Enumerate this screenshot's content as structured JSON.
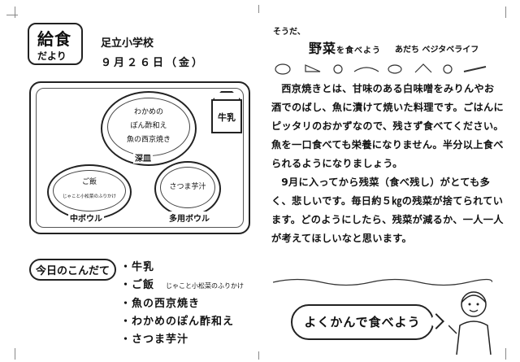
{
  "header": {
    "logo_big": "給食",
    "logo_small": "だより",
    "school": "足立小学校",
    "date": "９月２６日（金）"
  },
  "tray": {
    "main_dish_lines": [
      "わかめの",
      "ぽん酢和え",
      "魚の西京焼き"
    ],
    "main_dish_label": "深皿",
    "milk_label": "牛乳",
    "left_bowl_lines": [
      "ご飯",
      "じゃこと小松菜のふりかけ"
    ],
    "left_bowl_label": "中ボウル",
    "right_bowl_lines": [
      "さつま芋汁"
    ],
    "right_bowl_label": "多用ボウル"
  },
  "menu": {
    "title": "今日のこんだて",
    "items": [
      {
        "name": "・牛乳",
        "sub": ""
      },
      {
        "name": "・ご飯",
        "sub": "じゃこと小松菜のふりかけ"
      },
      {
        "name": "・魚の西京焼き",
        "sub": ""
      },
      {
        "name": "・わかめのぽん酢和え",
        "sub": ""
      },
      {
        "name": "・さつま芋汁",
        "sub": ""
      }
    ]
  },
  "column": {
    "intro": "そうだ、",
    "title_a": "野菜",
    "title_b": "を食べよう",
    "credit": "あだち ベジタベライフ",
    "paragraphs": [
      "西京焼きとは、甘味のある白味噌をみりんやお酒でのばし、魚に漬けて焼いた料理です。ごはんにピッタリのおかずなので、残さず食べてください。魚を一口食べても栄養になりません。半分以上食べられるようになりましょう。",
      "9月に入ってから残菜（食べ残し）がとても多く、悲しいです。毎日約５㎏の残菜が捨てられています。どのようにしたら、残菜が減るか、一人一人が考えてほしいなと思います。"
    ],
    "banner": "よくかんで食べよう"
  }
}
